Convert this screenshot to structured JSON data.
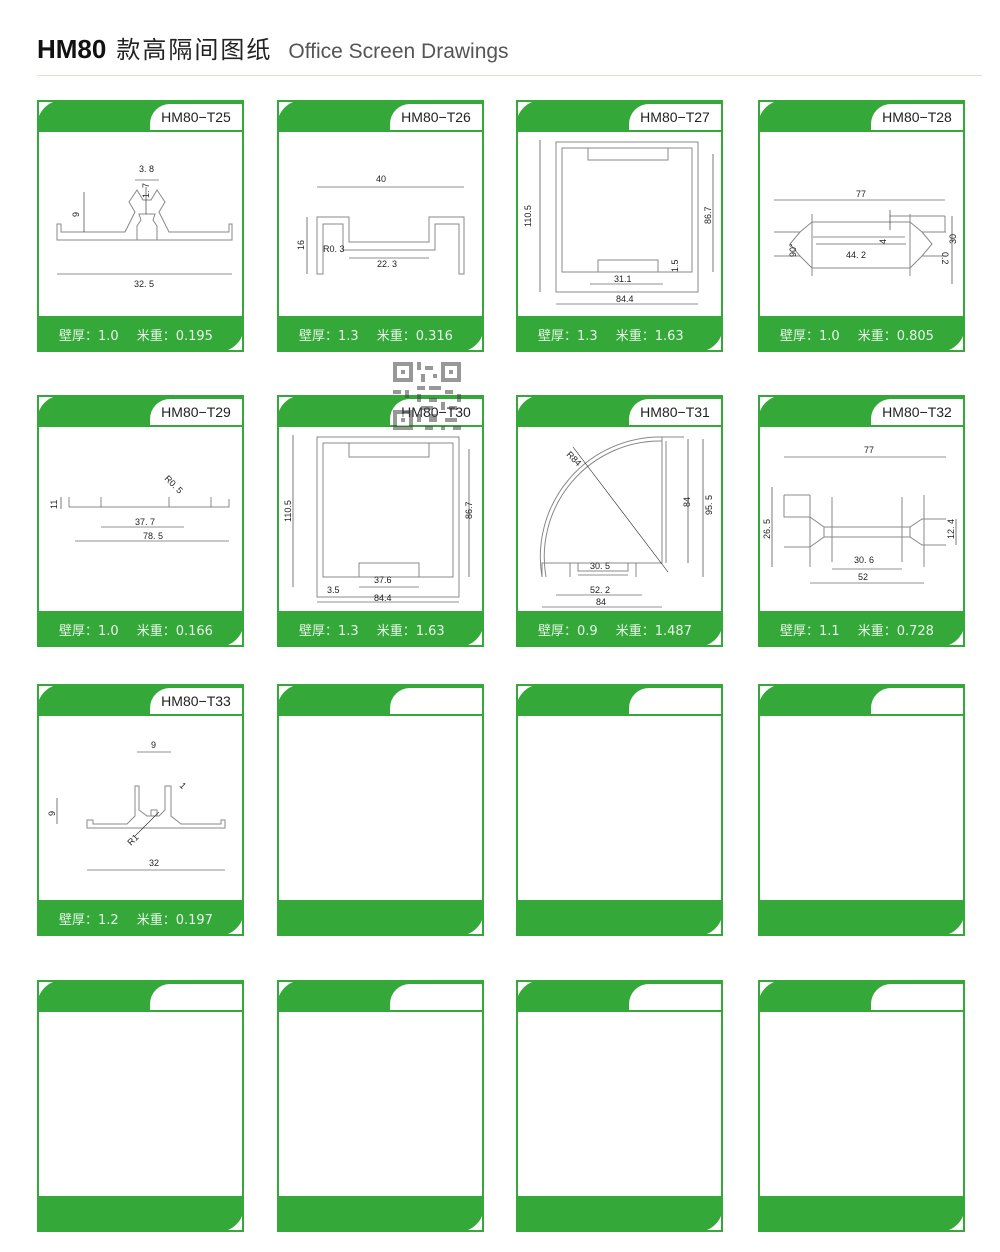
{
  "header": {
    "code": "HM80",
    "title_cn": "款高隔间图纸",
    "title_en": "Office Screen Drawings"
  },
  "colors": {
    "accent": "#34a93a",
    "rule": "#cfe8cf"
  },
  "labels": {
    "wall": "壁厚：",
    "weight": "米重："
  },
  "cards": [
    {
      "code": "HM80−T25",
      "wall": "1.0",
      "weight": "0.195",
      "dims": [
        "3. 8",
        "1. 7",
        "9",
        "32. 5"
      ]
    },
    {
      "code": "HM80−T26",
      "wall": "1.3",
      "weight": "0.316",
      "dims": [
        "40",
        "16",
        "R0. 3",
        "22. 3"
      ]
    },
    {
      "code": "HM80−T27",
      "wall": "1.3",
      "weight": "1.63",
      "dims": [
        "110.5",
        "86.7",
        "31.1",
        "1.5",
        "84.4"
      ]
    },
    {
      "code": "HM80−T28",
      "wall": "1.0",
      "weight": "0.805",
      "dims": [
        "77",
        "4",
        "90°",
        "44. 2",
        "0.2",
        "30"
      ]
    },
    {
      "code": "HM80−T29",
      "wall": "1.0",
      "weight": "0.166",
      "dims": [
        "11",
        "R0. 5",
        "37. 7",
        "78. 5"
      ]
    },
    {
      "code": "HM80−T30",
      "wall": "1.3",
      "weight": "1.63",
      "dims": [
        "110.5",
        "86.7",
        "37.6",
        "3.5",
        "84.4"
      ]
    },
    {
      "code": "HM80−T31",
      "wall": "0.9",
      "weight": "1.487",
      "dims": [
        "R84",
        "84",
        "95. 5",
        "30. 5",
        "52. 2",
        "84"
      ]
    },
    {
      "code": "HM80−T32",
      "wall": "1.1",
      "weight": "0.728",
      "dims": [
        "77",
        "26. 5",
        "12. 4",
        "30. 6",
        "52"
      ]
    },
    {
      "code": "HM80−T33",
      "wall": "1.2",
      "weight": "0.197",
      "dims": [
        "9",
        "1",
        "9",
        "R1",
        "32"
      ]
    }
  ]
}
